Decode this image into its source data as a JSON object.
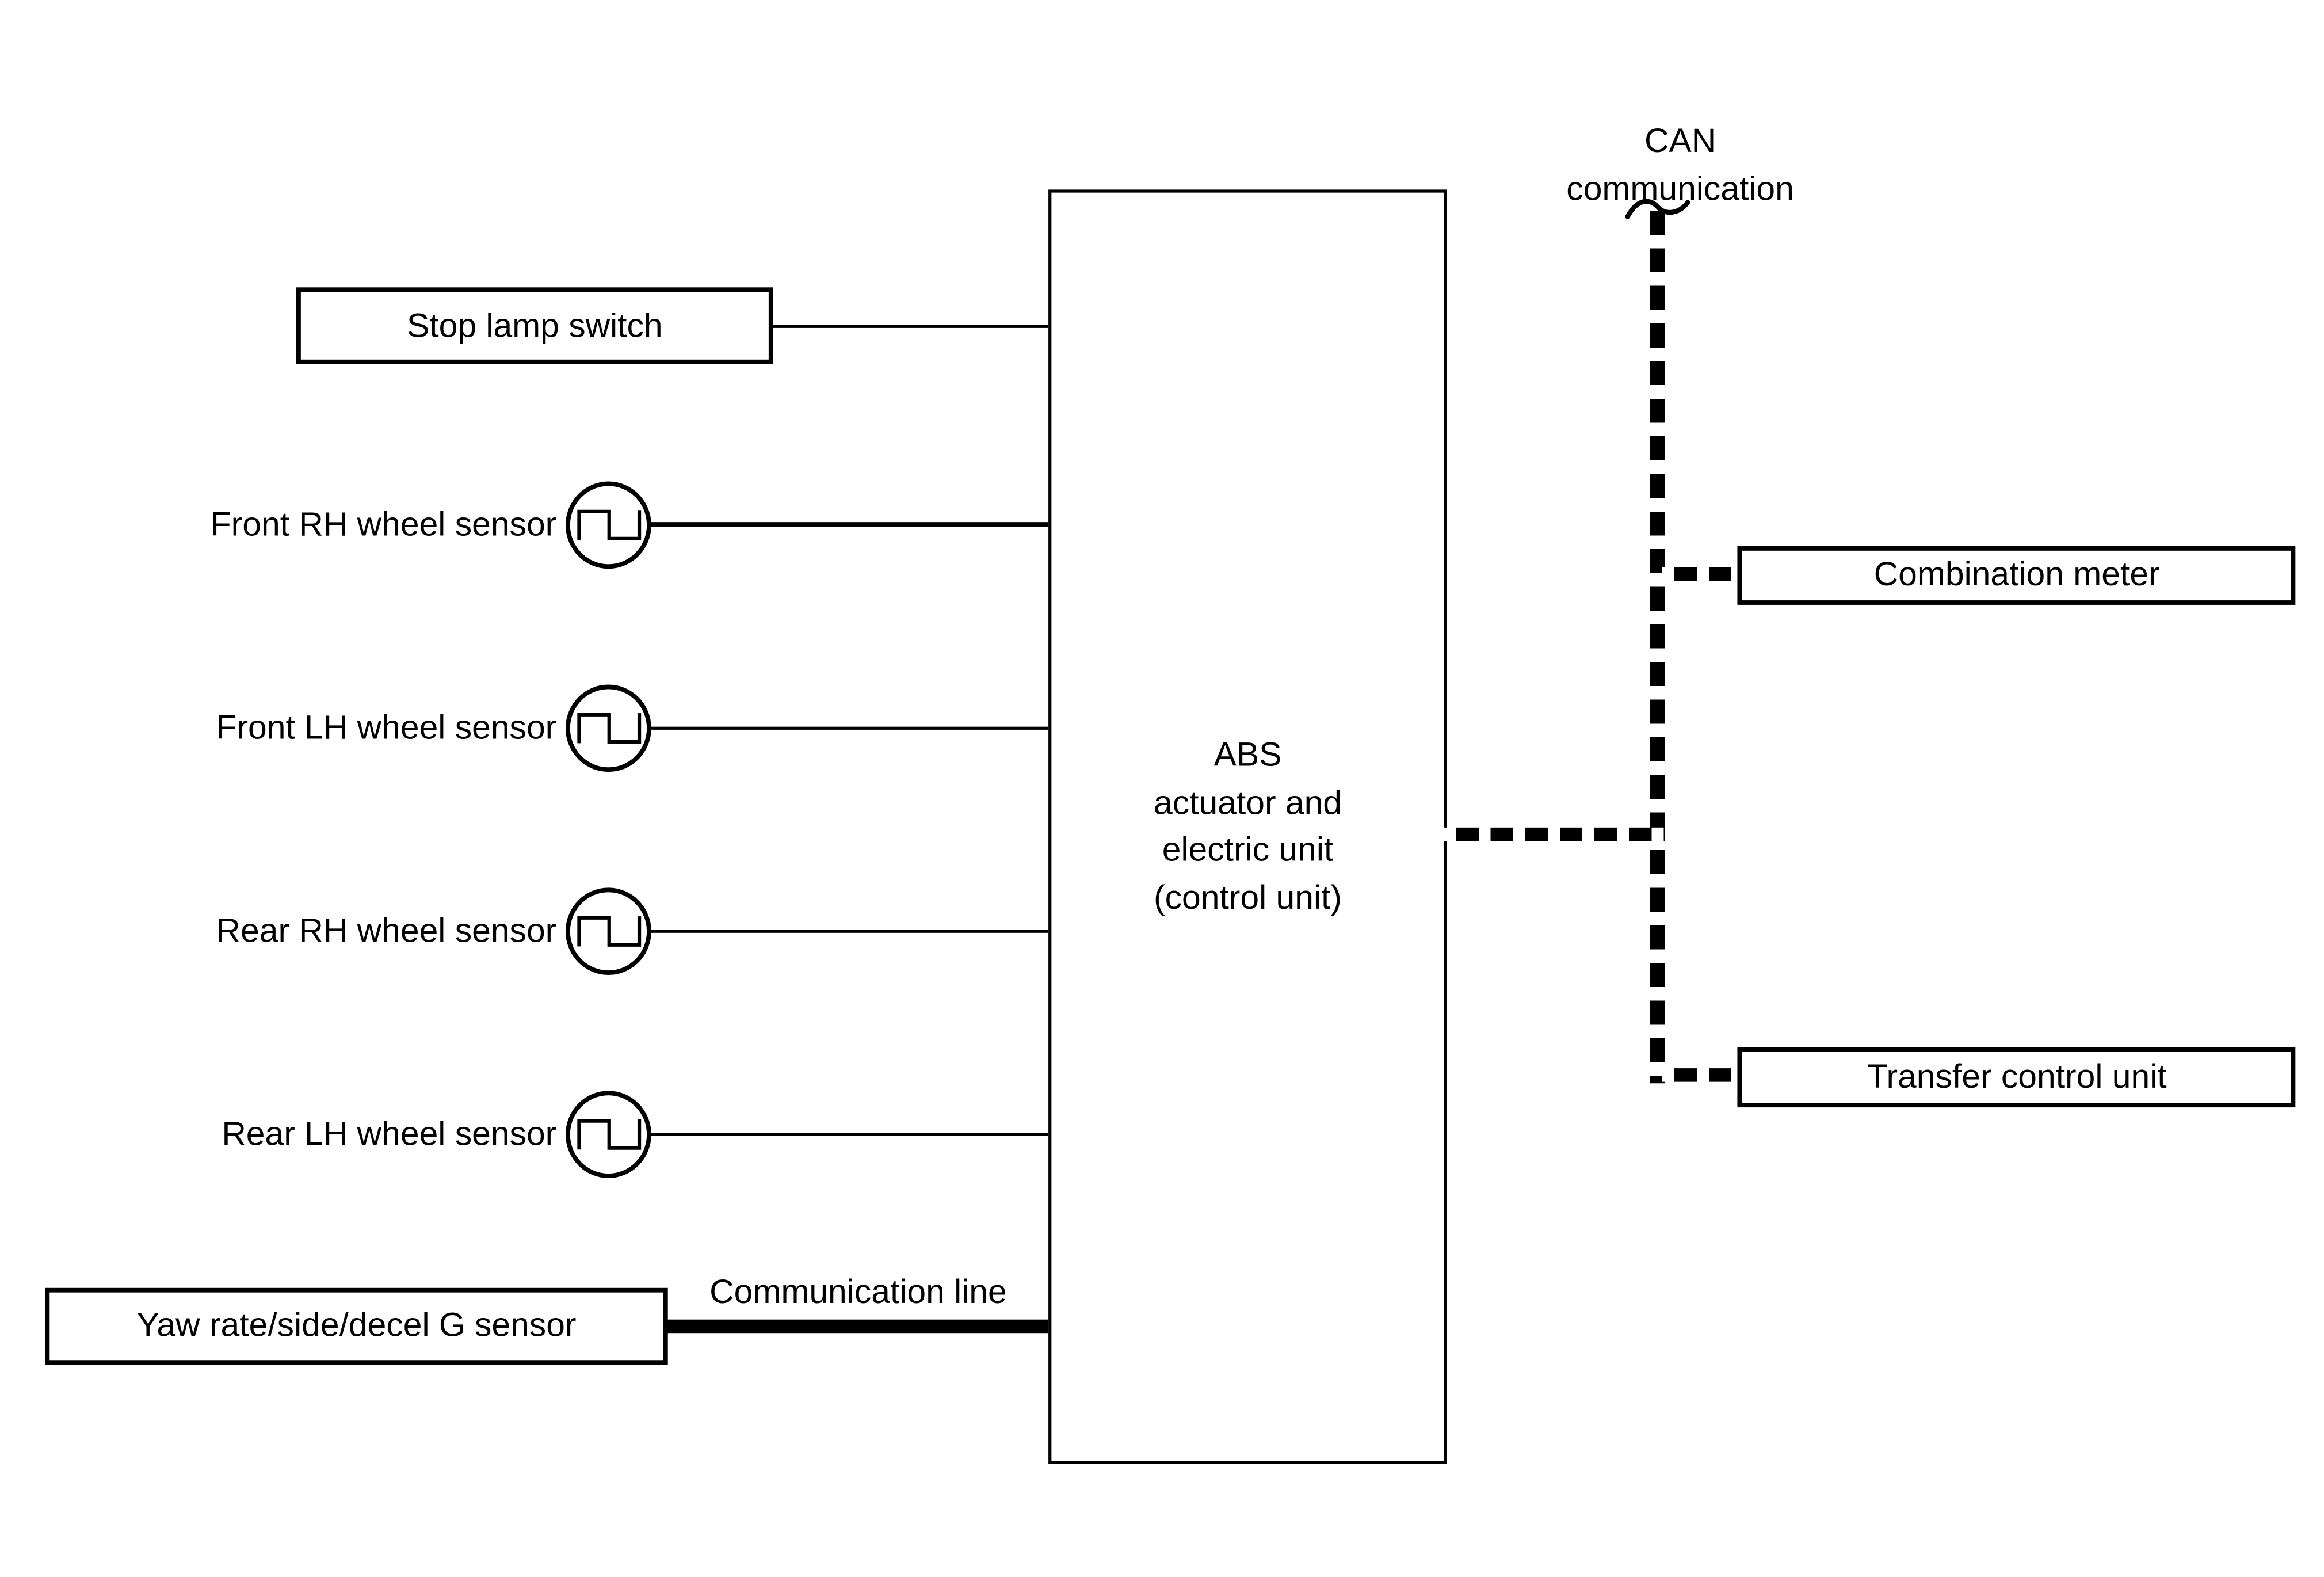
{
  "canvas": {
    "background": "#ffffff",
    "line_color": "#000000"
  },
  "abs_unit": {
    "label": "ABS\nactuator and\nelectric unit\n(control unit)"
  },
  "can_label": {
    "text": "CAN\ncommunication"
  },
  "communication_line_label": "Communication line",
  "stop_lamp_switch": {
    "label": "Stop lamp switch"
  },
  "yaw_sensor": {
    "label": "Yaw rate/side/decel G sensor"
  },
  "wheel_sensors": [
    {
      "label": "Front RH wheel sensor"
    },
    {
      "label": "Front LH wheel sensor"
    },
    {
      "label": "Rear RH wheel sensor"
    },
    {
      "label": "Rear LH wheel sensor"
    }
  ],
  "can_nodes": [
    {
      "label": "Combination meter"
    },
    {
      "label": "Transfer control unit"
    }
  ]
}
